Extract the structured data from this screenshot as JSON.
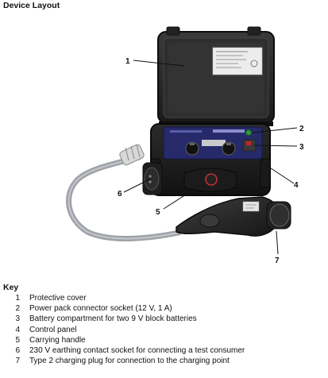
{
  "title": "Device Layout",
  "callouts": [
    "1",
    "2",
    "3",
    "4",
    "5",
    "6",
    "7"
  ],
  "key": {
    "heading": "Key",
    "items": [
      {
        "num": "1",
        "text": "Protective cover"
      },
      {
        "num": "2",
        "text": "Power pack connector socket (12 V, 1 A)"
      },
      {
        "num": "3",
        "text": "Battery compartment for two 9 V block batteries"
      },
      {
        "num": "4",
        "text": "Control panel"
      },
      {
        "num": "5",
        "text": "Carrying handle"
      },
      {
        "num": "6",
        "text": "230 V earthing contact socket for connecting a test consumer"
      },
      {
        "num": "7",
        "text": "Type 2 charging plug for connection to the charging point"
      }
    ]
  },
  "colors": {
    "case": "#1c1c1c",
    "panel": "#262a6b",
    "cable": "#a9acb1",
    "plug": "#2a2a2a",
    "indicator_green": "#2e9b3c",
    "indicator_red": "#c8202a"
  }
}
